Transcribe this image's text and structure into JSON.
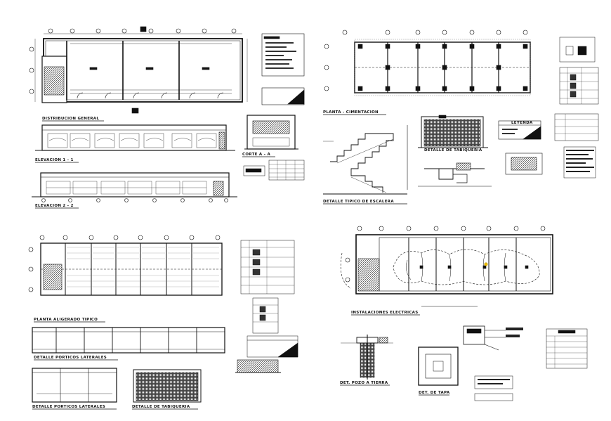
{
  "titles": {
    "distribucion_general": "DISTRIBUCION GENERAL",
    "elevacion_1": "ELEVACION 1 - 1",
    "corte_a": "CORTE A - A",
    "elevacion_2": "ELEVACION 2 - 2",
    "planta_cimentacion": "PLANTA - CIMENTACION",
    "detalle_tabiqueria_top": "DETALLE DE TABIQUERIA",
    "detalle_escalera": "DETALLE TIPICO DE ESCALERA",
    "leyenda": "LEYENDA",
    "planta_aligerado": "PLANTA ALIGERADO TIPICO",
    "detalle_porticos_1": "DETALLE PORTICOS LATERALES",
    "detalle_porticos_2": "DETALLE PORTICOS LATERALES",
    "detalle_tabiqueria_bottom": "DETALLE DE TABIQUERIA",
    "instalaciones_electricas": "INSTALACIONES ELECTRICAS",
    "det_pozo_tierra": "DET. POZO A TIERRA",
    "det_tapa": "DET. DE TAPA"
  },
  "colors": {
    "line": "#111111",
    "fill": "#222222",
    "accent": "#f0c000"
  }
}
